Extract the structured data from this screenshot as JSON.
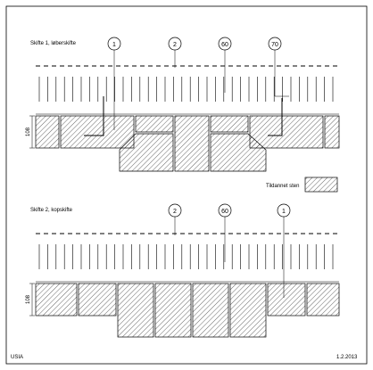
{
  "section1": {
    "title": "Skifte 1, løberskifte",
    "callouts": [
      "1",
      "2",
      "60",
      "70"
    ],
    "dimension": "108",
    "legend_label": "Tildannet sten"
  },
  "section2": {
    "title": "Skifte 2, kopskifte",
    "callouts": [
      "2",
      "60",
      "1"
    ],
    "dimension": "108"
  },
  "footer": {
    "left": "USIA",
    "right": "1.2.2013"
  }
}
